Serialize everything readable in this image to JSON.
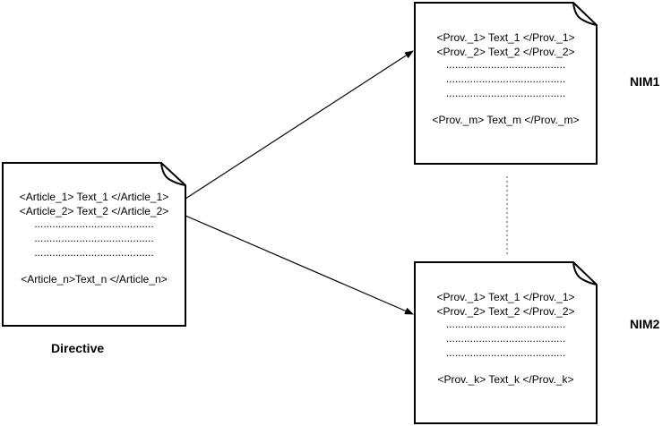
{
  "directive": {
    "line1": "<Article_1> Text_1 </Article_1>",
    "line2": "<Article_2> Text_2 </Article_2>",
    "dots1": "........................................",
    "dots2": "........................................",
    "dots3": "........................................",
    "last": "<Article_n>Text_n </Article_n>",
    "caption": "Directive"
  },
  "nim1": {
    "line1": "<Prov._1> Text_1 </Prov._1>",
    "line2": "<Prov._2> Text_2 </Prov._2>",
    "dots1": "........................................",
    "dots2": "........................................",
    "dots3": "........................................",
    "last": "<Prov._m> Text_m </Prov._m>",
    "caption": "NIM1"
  },
  "nim2": {
    "line1": "<Prov._1> Text_1 </Prov._1>",
    "line2": "<Prov._2> Text_2 </Prov._2>",
    "dots1": "........................................",
    "dots2": "........................................",
    "dots3": "........................................",
    "last": "<Prov._k> Text_k </Prov._k>",
    "caption": "NIM2"
  }
}
